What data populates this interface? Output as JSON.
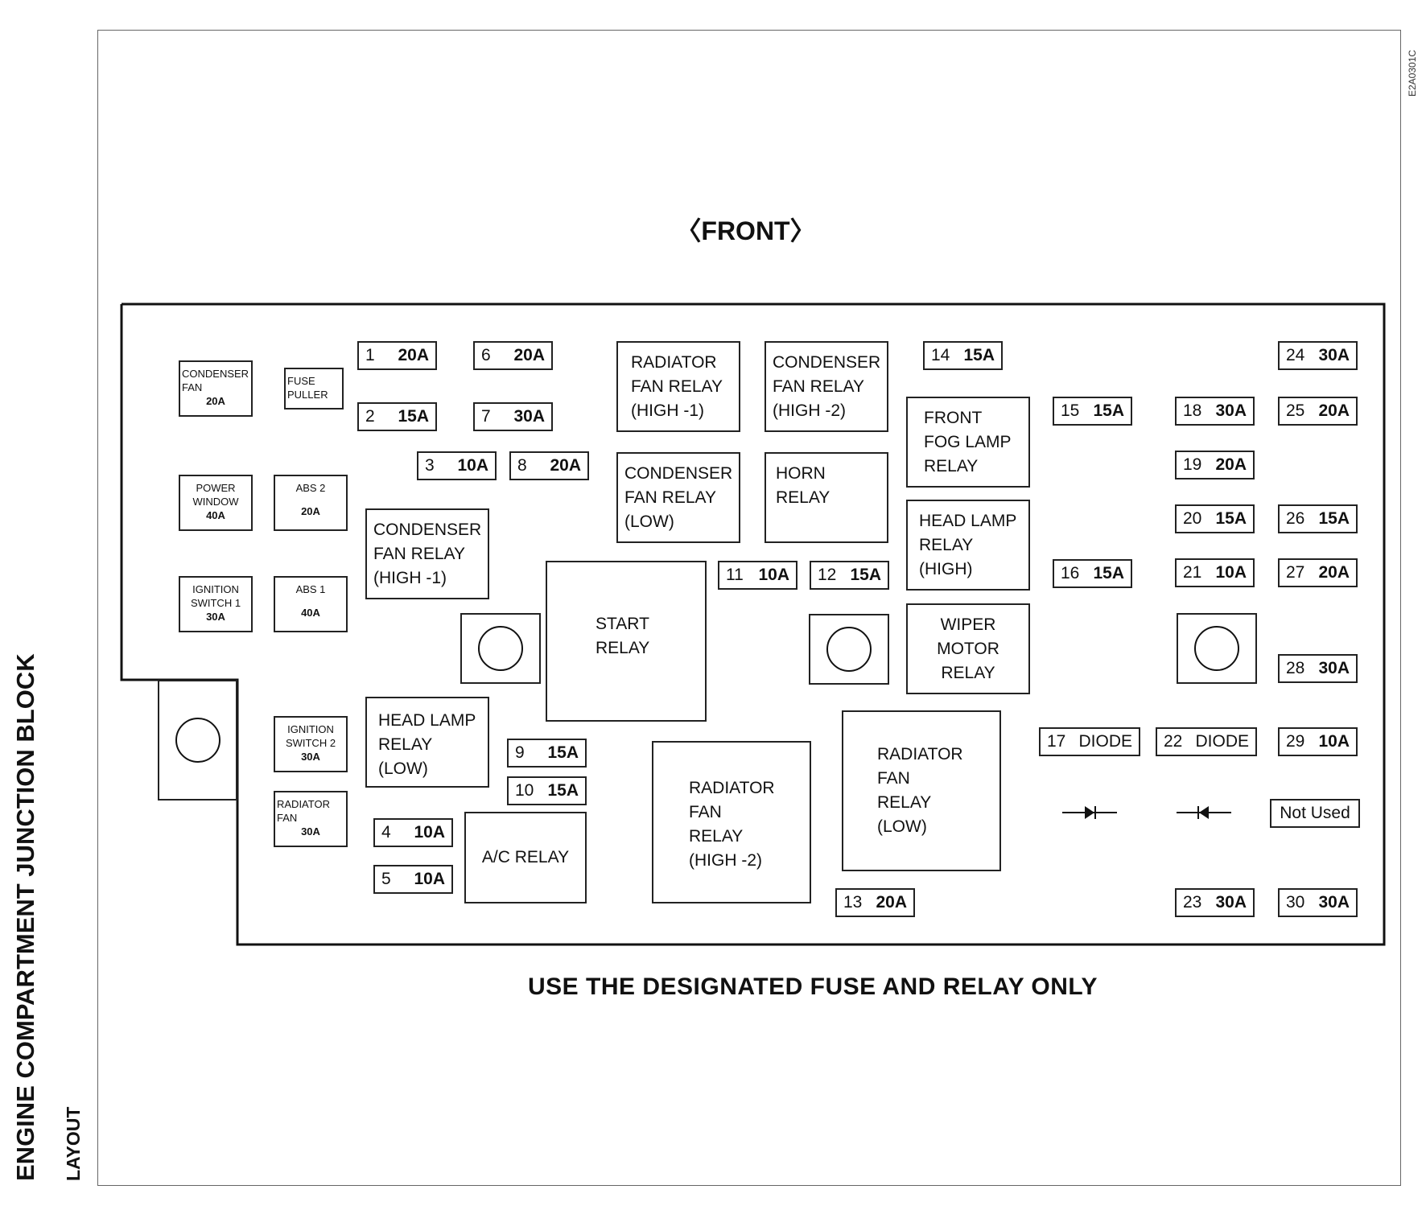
{
  "title": "ENGINE COMPARTMENT JUNCTION BLOCK",
  "subtitle": "LAYOUT",
  "doc_id": "E2A0301C",
  "front_label": "FRONT",
  "notice": "USE THE DESIGNATED FUSE AND RELAY ONLY",
  "small_labels": {
    "condenser_fan": {
      "lines": [
        "CONDENSER",
        "FAN"
      ],
      "value": "20A"
    },
    "fuse_puller": {
      "lines": [
        "FUSE",
        "PULLER"
      ]
    },
    "power_window": {
      "lines": [
        "POWER",
        "WINDOW"
      ],
      "value": "40A"
    },
    "abs2": {
      "lines": [
        "ABS 2"
      ],
      "value": "20A"
    },
    "ignition_switch1": {
      "lines": [
        "IGNITION",
        "SWITCH 1"
      ],
      "value": "30A"
    },
    "abs1": {
      "lines": [
        "ABS 1"
      ],
      "value": "40A"
    },
    "ignition_switch2": {
      "lines": [
        "IGNITION",
        "SWITCH 2"
      ],
      "value": "30A"
    },
    "radiator_fan": {
      "lines": [
        "RADIATOR",
        "FAN"
      ],
      "value": "30A"
    }
  },
  "fuses": {
    "f1": {
      "num": "1",
      "amp": "20A"
    },
    "f2": {
      "num": "2",
      "amp": "15A"
    },
    "f3": {
      "num": "3",
      "amp": "10A"
    },
    "f4": {
      "num": "4",
      "amp": "10A"
    },
    "f5": {
      "num": "5",
      "amp": "10A"
    },
    "f6": {
      "num": "6",
      "amp": "20A"
    },
    "f7": {
      "num": "7",
      "amp": "30A"
    },
    "f8": {
      "num": "8",
      "amp": "20A"
    },
    "f9": {
      "num": "9",
      "amp": "15A"
    },
    "f10": {
      "num": "10",
      "amp": "15A"
    },
    "f11": {
      "num": "11",
      "amp": "10A"
    },
    "f12": {
      "num": "12",
      "amp": "15A"
    },
    "f13": {
      "num": "13",
      "amp": "20A"
    },
    "f14": {
      "num": "14",
      "amp": "15A"
    },
    "f15": {
      "num": "15",
      "amp": "15A"
    },
    "f16": {
      "num": "16",
      "amp": "15A"
    },
    "f17": {
      "num": "17",
      "amp": "DIODE"
    },
    "f18": {
      "num": "18",
      "amp": "30A"
    },
    "f19": {
      "num": "19",
      "amp": "20A"
    },
    "f20": {
      "num": "20",
      "amp": "15A"
    },
    "f21": {
      "num": "21",
      "amp": "10A"
    },
    "f22": {
      "num": "22",
      "amp": "DIODE"
    },
    "f23": {
      "num": "23",
      "amp": "30A"
    },
    "f24": {
      "num": "24",
      "amp": "30A"
    },
    "f25": {
      "num": "25",
      "amp": "20A"
    },
    "f26": {
      "num": "26",
      "amp": "15A"
    },
    "f27": {
      "num": "27",
      "amp": "20A"
    },
    "f28": {
      "num": "28",
      "amp": "30A"
    },
    "f29": {
      "num": "29",
      "amp": "10A"
    },
    "f30": {
      "num": "30",
      "amp": "30A"
    }
  },
  "not_used": "Not Used",
  "relays": {
    "radiator_fan_relay_high1": [
      "RADIATOR",
      "FAN RELAY",
      "(HIGH -1)"
    ],
    "condenser_fan_relay_high2": [
      "CONDENSER",
      "FAN RELAY",
      "(HIGH -2)"
    ],
    "condenser_fan_relay_low": [
      "CONDENSER",
      "FAN RELAY",
      "(LOW)"
    ],
    "horn_relay": [
      "HORN",
      "RELAY"
    ],
    "front_fog_lamp_relay": [
      "FRONT",
      "FOG LAMP",
      "RELAY"
    ],
    "head_lamp_relay_high": [
      "HEAD LAMP",
      "RELAY",
      "(HIGH)"
    ],
    "wiper_motor_relay": [
      "WIPER",
      "MOTOR",
      "RELAY"
    ],
    "condenser_fan_relay_high1": [
      "CONDENSER",
      "FAN RELAY",
      "(HIGH -1)"
    ],
    "start_relay": [
      "START",
      "RELAY"
    ],
    "head_lamp_relay_low": [
      "HEAD LAMP",
      "RELAY",
      "(LOW)"
    ],
    "ac_relay": [
      "A/C RELAY"
    ],
    "radiator_fan_relay_high2": [
      "RADIATOR",
      "FAN",
      "RELAY",
      "(HIGH -2)"
    ],
    "radiator_fan_relay_low": [
      "RADIATOR",
      "FAN",
      "RELAY",
      "(LOW)"
    ]
  }
}
